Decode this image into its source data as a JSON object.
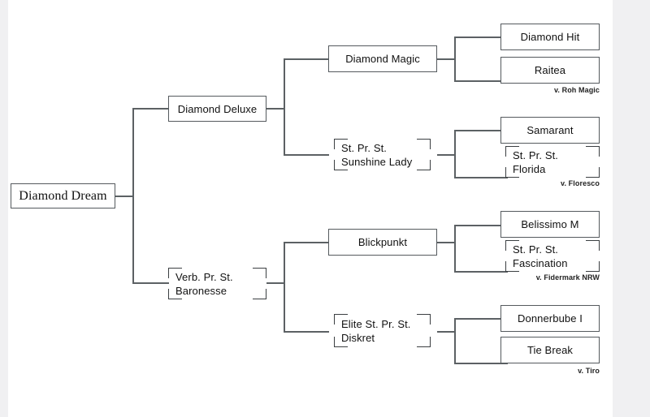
{
  "chart": {
    "type": "pedigree-tree",
    "root": {
      "name": "Diamond Dream",
      "style": "boxed-serif"
    },
    "generation2": [
      {
        "name": "Diamond Deluxe",
        "style": "boxed"
      },
      {
        "name": "Verb. Pr. St. Baronesse",
        "line1": "Verb. Pr. St.",
        "line2": "Baronesse",
        "style": "bracket"
      }
    ],
    "generation3": [
      {
        "name": "Diamond Magic",
        "style": "boxed"
      },
      {
        "name": "St. Pr. St. Sunshine Lady",
        "line1": "St. Pr. St.",
        "line2": "Sunshine Lady",
        "style": "bracket"
      },
      {
        "name": "Blickpunkt",
        "style": "boxed"
      },
      {
        "name": "Elite St. Pr. St. Diskret",
        "line1": "Elite St. Pr. St.",
        "line2": "Diskret",
        "style": "bracket"
      }
    ],
    "generation4": [
      {
        "sire": {
          "name": "Diamond Hit",
          "style": "boxed"
        },
        "dam": {
          "name": "Raitea",
          "style": "boxed"
        },
        "note": "v. Roh Magic"
      },
      {
        "sire": {
          "name": "Samarant",
          "style": "boxed"
        },
        "dam": {
          "name": "St. Pr. St. Florida",
          "line1": "St. Pr. St.",
          "line2": "Florida",
          "style": "bracket"
        },
        "note": "v. Floresco"
      },
      {
        "sire": {
          "name": "Belissimo M",
          "style": "boxed"
        },
        "dam": {
          "name": "St. Pr. St. Fascination",
          "line1": "St. Pr. St.",
          "line2": "Fascination",
          "style": "bracket"
        },
        "note": "v. Fidermark NRW"
      },
      {
        "sire": {
          "name": "Donnerbube I",
          "style": "boxed"
        },
        "dam": {
          "name": "Tie Break",
          "style": "boxed"
        },
        "note": "v. Tiro"
      }
    ],
    "colors": {
      "page_background": "#f0f0f2",
      "canvas_background": "#ffffff",
      "box_border": "#555a5e",
      "bracket_border": "#3b3f42",
      "connector": "#5c6164",
      "text": "#111111"
    }
  }
}
